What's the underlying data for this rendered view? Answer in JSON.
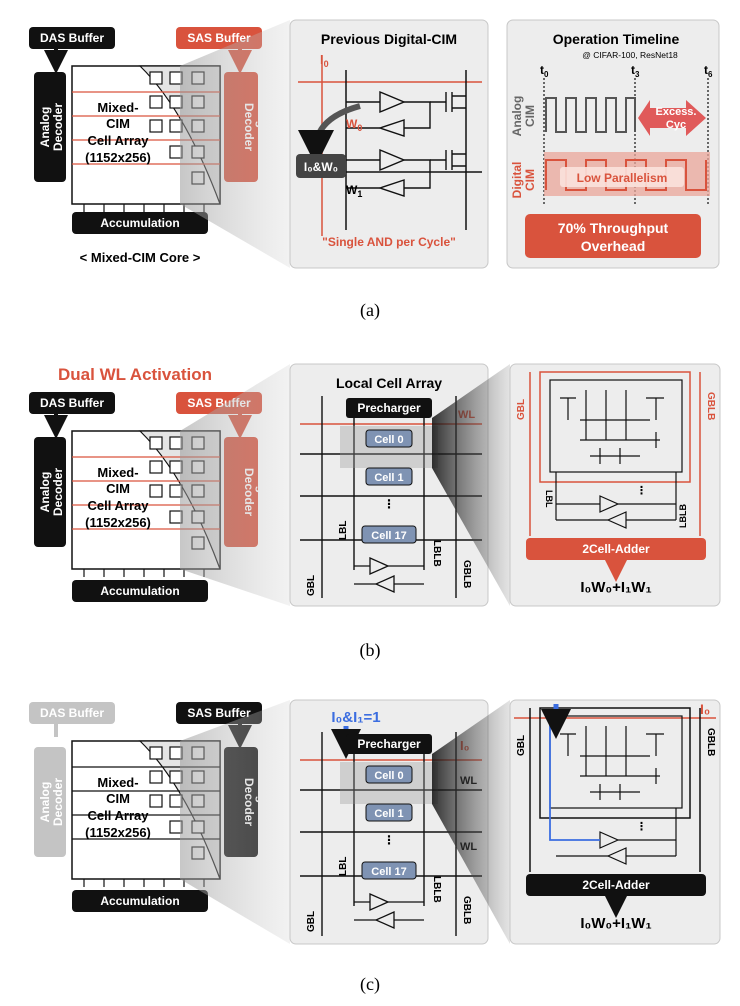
{
  "colors": {
    "red": "#d9533d",
    "black": "#111111",
    "gray": "#bdbdbd",
    "blue": "#3b6de0",
    "panel": "#ededed",
    "cell": "#7f93b3"
  },
  "panel_a": {
    "das_buffer": "DAS Buffer",
    "sas_buffer": "SAS Buffer",
    "analog_decoder": "Analog Decoder",
    "digital_decoder": "Digital Decoder",
    "array_line1": "Mixed-",
    "array_line2": "CIM",
    "array_line3": "Cell Array",
    "array_line4": "(1152x256)",
    "accumulation": "Accumulation",
    "core_label": "< Mixed-CIM Core >",
    "prev_title": "Previous Digital-CIM",
    "i0": "I",
    "i0_sub": "0",
    "w0": "W",
    "w0_sub": "0",
    "w1": "W",
    "w1_sub": "1",
    "and_box": "I₀&W₀",
    "single_and": "\"Single AND per Cycle\"",
    "timeline_title": "Operation Timeline",
    "timeline_sub": "@ CIFAR-100, ResNet18",
    "t0": "t",
    "t0_sub": "0",
    "t3": "t",
    "t3_sub": "3",
    "t6": "t",
    "t6_sub": "6",
    "analog_cim": "Analog CIM",
    "digital_cim": "Digital CIM",
    "excess": "Excess.",
    "cyc": "Cyc",
    "low_parallelism": "Low Parallelism",
    "overhead_line1": "70% Throughput",
    "overhead_line2": "Overhead",
    "caption": "(a)"
  },
  "panel_b": {
    "dual_wl": "Dual WL Activation",
    "das_buffer": "DAS Buffer",
    "sas_buffer": "SAS Buffer",
    "analog_decoder": "Analog Decoder",
    "digital_decoder": "Digital Decoder",
    "array_line1": "Mixed-",
    "array_line2": "CIM",
    "array_line3": "Cell Array",
    "array_line4": "(1152x256)",
    "accumulation": "Accumulation",
    "local_title": "Local Cell Array",
    "precharger": "Precharger",
    "wl": "WL",
    "cell0": "Cell 0",
    "cell1": "Cell 1",
    "cell17": "Cell 17",
    "lbl": "LBL",
    "lblb": "LBLB",
    "gbl": "GBL",
    "gblb": "GBLB",
    "adder": "2Cell-Adder",
    "result": "I₀W₀+I₁W₁",
    "caption": "(b)"
  },
  "panel_c": {
    "das_buffer": "DAS Buffer",
    "sas_buffer": "SAS Buffer",
    "analog_decoder": "Analog Decoder",
    "digital_decoder": "Digital Decoder",
    "array_line1": "Mixed-",
    "array_line2": "CIM",
    "array_line3": "Cell Array",
    "array_line4": "(1152x256)",
    "accumulation": "Accumulation",
    "i0i1": "I₀&I₁=1",
    "precharger": "Precharger",
    "i0": "I₀",
    "wl": "WL",
    "cell0": "Cell 0",
    "cell1": "Cell 1",
    "cell17": "Cell 17",
    "lbl": "LBL",
    "lblb": "LBLB",
    "gbl": "GBL",
    "gblb": "GBLB",
    "adder": "2Cell-Adder",
    "result": "I₀W₀+I₁W₁",
    "caption": "(c)"
  }
}
